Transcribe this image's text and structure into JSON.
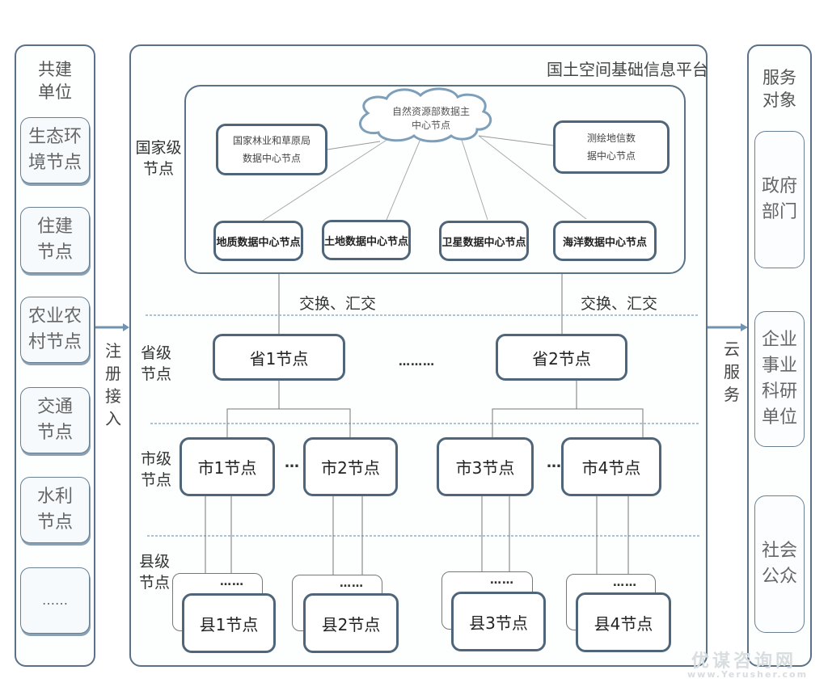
{
  "left_panel": {
    "title": "共建\n单位",
    "items": [
      "生态环\n境节点",
      "住建\n节点",
      "农业农\n村节点",
      "交通\n节点",
      "水利\n节点",
      "……"
    ]
  },
  "left_arrow_label": [
    "注",
    "册",
    "接",
    "入"
  ],
  "platform": {
    "title": "国土空间基础信息平台",
    "levels": {
      "national": "国家级\n节点",
      "provincial": "省级\n节点",
      "city": "市级\n节点",
      "county": "县级\n节点"
    },
    "national": {
      "cloud": "自然资源部数据主\n中心节点",
      "forestry": "国家林业和草原局\n数据中心节点",
      "surveying": "测绘地信数\n据中心节点",
      "bottom_nodes": [
        "地质数据中心节点",
        "土地数据中心节点",
        "卫星数据中心节点",
        "海洋数据中心节点"
      ]
    },
    "exchange_labels": [
      "交换、汇交",
      "交换、汇交"
    ],
    "provinces": [
      "省1节点",
      "省2节点"
    ],
    "province_ellipsis": "………",
    "cities": [
      "市1节点",
      "市2节点",
      "市3节点",
      "市4节点"
    ],
    "city_ellipsis": [
      "…",
      "…"
    ],
    "counties": [
      "县1节点",
      "县2节点",
      "县3节点",
      "县4节点"
    ],
    "county_ellipsis": [
      "……",
      "……",
      "……",
      "……"
    ]
  },
  "right_arrow_label": [
    "云",
    "服",
    "务"
  ],
  "right_panel": {
    "title": "服务\n对象",
    "items": [
      "政府\n部门",
      "企业\n事业\n科研\n单位",
      "社会\n公众"
    ]
  },
  "colors": {
    "border": "#4f6579",
    "arrow": "#6f93b0",
    "dashed": "#8fb0c8"
  },
  "watermark": {
    "text": "优谋咨询网",
    "url_text": "www.Yerusher.com"
  }
}
